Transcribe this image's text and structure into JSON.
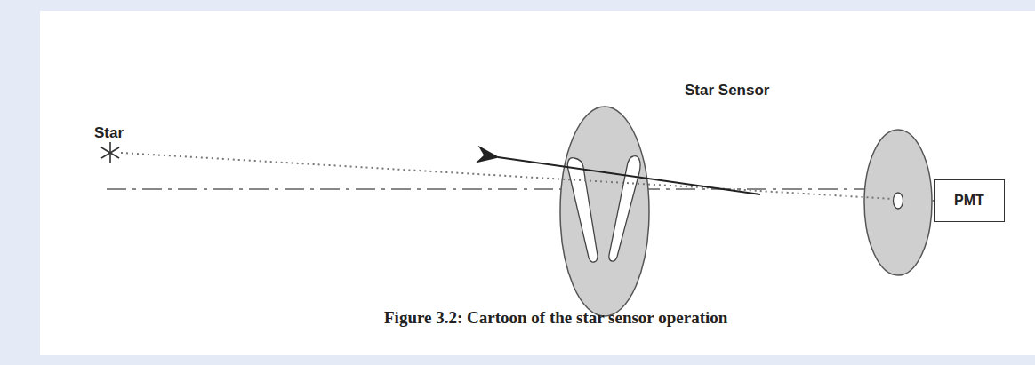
{
  "diagram": {
    "caption": "Figure 3.2: Cartoon of the star sensor operation",
    "nodes": [
      {
        "text": [
          "PMT"
        ]
      }
    ],
    "labels": [
      "Star",
      "Star Sensor"
    ]
  }
}
